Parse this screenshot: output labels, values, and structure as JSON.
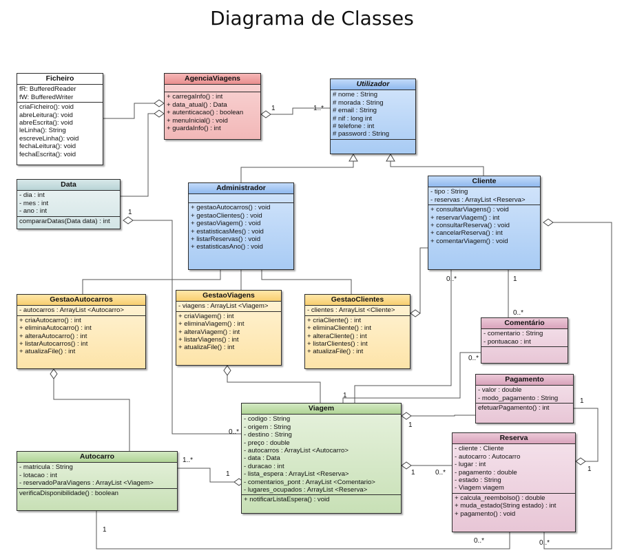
{
  "title": "Diagrama de Classes",
  "classes": {
    "ficheiro": {
      "name": "Ficheiro",
      "attributes": [
        "fR: BufferedReader",
        "fW: BufferedWriter"
      ],
      "methods": [
        "criaFicheiro(): void",
        "abreLeitura(): void",
        "abreEscrita(): void",
        "leLinha(): String",
        "escreveLinha(): void",
        "fechaLeitura(): void",
        "fechaEscrita(): void"
      ]
    },
    "agenciaViagens": {
      "name": "AgenciaViagens",
      "attributes": [],
      "methods": [
        "+ carregaInfo() : int",
        "+ data_atual() : Data",
        "+ autenticacao() : boolean",
        "+ menuInicial() : void",
        "+ guardaInfo() : int"
      ]
    },
    "utilizador": {
      "name": "Utilizador",
      "attributes": [
        "# nome : String",
        "# morada : String",
        "# email : String",
        "# nif : long int",
        "# telefone : int",
        "# password : String"
      ],
      "methods": []
    },
    "data": {
      "name": "Data",
      "attributes": [
        "- dia : int",
        "- mes : int",
        "- ano : int"
      ],
      "methods": [
        "compararDatas(Data data) : int"
      ]
    },
    "administrador": {
      "name": "Administrador",
      "attributes": [],
      "methods": [
        "+ gestaoAutocarros() : void",
        "+ gestaoClientes() : void",
        "+ gestaoViagem() : void",
        "+ estatisticasMes() : void",
        "+ listarReservas() : void",
        "+ estatisticasAno() : void"
      ]
    },
    "cliente": {
      "name": "Cliente",
      "attributes": [
        "- tipo : String",
        "- reservas : ArrayList <Reserva>"
      ],
      "methods": [
        "+ consultarViagens() : void",
        "+ reservarViagem() : int",
        "+ consultarReserva() : void",
        "+ cancelarReserva() : int",
        "+ comentarViagem() : void"
      ]
    },
    "gestaoAutocarros": {
      "name": "GestaoAutocarros",
      "attributes": [
        "- autocarros : ArrayList <Autocarro>"
      ],
      "methods": [
        "+ criaAutocarro() : int",
        "+ eliminaAutocarro() : int",
        "+ alteraAutocarro() : int",
        "+ listarAutocarros() : int",
        "+ atualizaFile() : int"
      ]
    },
    "gestaoViagens": {
      "name": "GestaoViagens",
      "attributes": [
        "- viagens : ArrayList <Viagem>"
      ],
      "methods": [
        "+ criaViagem() : int",
        "+ eliminaViagem() : int",
        "+ alteraViagem() : int",
        "+ listarViagens() : int",
        "+ atualizaFile() : int"
      ]
    },
    "gestaoClientes": {
      "name": "GestaoClientes",
      "attributes": [
        "- clientes : ArrayList <Cliente>"
      ],
      "methods": [
        "+ criaCliente() : int",
        "+ eliminaCliente() : int",
        "+ alteraCliente() : int",
        "+ listarClientes() : int",
        "+ atualizaFile() : int"
      ]
    },
    "comentario": {
      "name": "Comentário",
      "attributes": [
        "- comentario : String",
        "- pontuacao : int"
      ],
      "methods": []
    },
    "pagamento": {
      "name": "Pagamento",
      "attributes": [
        "- valor : double",
        "- modo_pagamento : String"
      ],
      "methods": [
        "efetuarPagamento() : int"
      ]
    },
    "viagem": {
      "name": "Viagem",
      "attributes": [
        "- codigo : String",
        "- origem : String",
        "- destino : String",
        "- preço : double",
        "- autocarros : ArrayList <Autocarro>",
        "- data : Data",
        "- duracao : int",
        "- lista_espera : ArrayList <Reserva>",
        "- comentarios_pont : ArrayList <Comentario>",
        "- lugares_ocupados : ArrayList <Reserva>"
      ],
      "methods": [
        "+ notificarListaEspera() : void"
      ]
    },
    "autocarro": {
      "name": "Autocarro",
      "attributes": [
        "- matricula : String",
        "- lotacao : int",
        "- reservadoParaViagens : ArrayList <Viagem>"
      ],
      "methods": [
        "verificaDisponibilidade() : boolean"
      ]
    },
    "reserva": {
      "name": "Reserva",
      "attributes": [
        "- cliente : Cliente",
        "- autocarro : Autocarro",
        "- lugar : int",
        "- pagamento : double",
        "- estado : String",
        "- Viagem viagem"
      ],
      "methods": [
        "+ calcula_reembolso() : double",
        "+ muda_estado(String estado) : int",
        "+ pagamento() : void"
      ]
    }
  },
  "multiplicities": {
    "agencia_one": "1",
    "utilizador_many": "1..*",
    "data_one": "1",
    "cliente_reserva_many": "0..*",
    "cliente_comentario_one": "1",
    "comentario_many": "0..*",
    "comentario_viagem_many": "0..*",
    "viagem_comentario_one": "1",
    "data_viagem_many": "0..*",
    "viagem_pagamento_one": "1",
    "pagamento_one": "1",
    "autocarro_many": "1..*",
    "viagem_autocarro_one": "1",
    "viagem_reserva_one": "1",
    "reserva_many": "0..*",
    "reserva_pagamento_one": "1",
    "autocarro_bottom_one": "1",
    "bottom_many_a": "0..*",
    "bottom_many_b": "0..*"
  }
}
